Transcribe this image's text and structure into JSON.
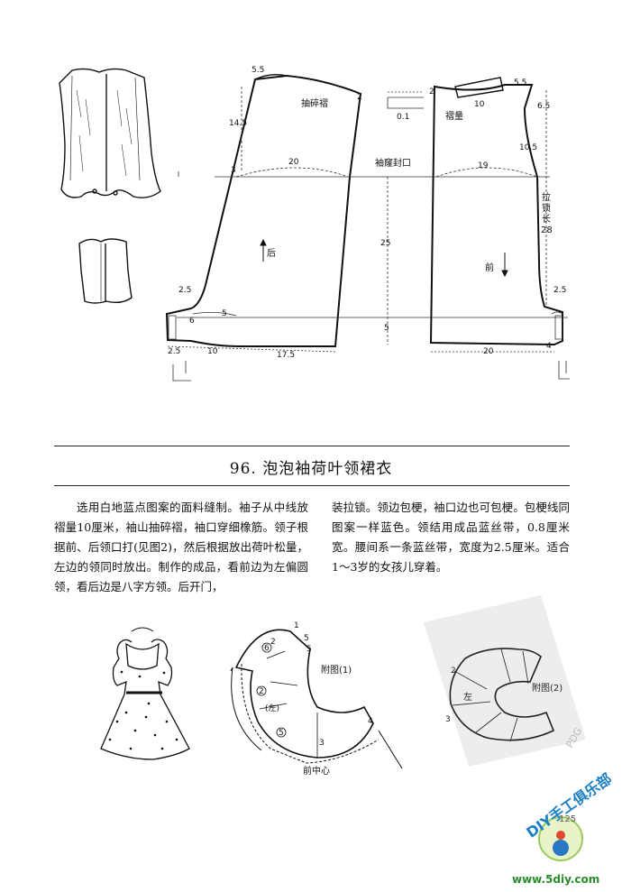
{
  "section": {
    "number_title": "96. 泡泡袖荷叶领裙衣"
  },
  "body_text": {
    "left": "选用白地蓝点图案的面料缝制。袖子从中线放褶量10厘米，袖山抽碎褶，袖口穿细橡筋。领子根据前、后领口打(见图2)，然后根据放出荷叶松量，左边的领同时放出。制作的成品，看前边为左偏圆领，看后边是八字方领。后开门，",
    "right": "装拉锁。领边包梗，袖口边也可包梗。包梗线同图案一样蓝色。领结用成品蓝丝带，0.8厘米宽。腰间系一条蓝丝带，宽度为2.5厘米。适合1～3岁的女孩儿穿着。"
  },
  "pattern_labels": {
    "shirring": "抽碎褶",
    "armhole_seal": "袖窿封口",
    "pleat": "褶量",
    "back": "后",
    "front": "前",
    "zipper_length": [
      "拉",
      "锁",
      "长",
      "28"
    ],
    "appendix1": "附图(1)",
    "appendix2": "附图(2)",
    "front_center": "前中心",
    "left1": "(左)",
    "left2": "左"
  },
  "dimensions": {
    "d5_5a": "5.5",
    "d2a": "2",
    "d14_5": "14.5",
    "d3": "3",
    "d20a": "20",
    "d25": "25",
    "d5": "5",
    "d2_5a": "2.5",
    "d6": "6",
    "d5b": "5",
    "d2_5b": "2.5",
    "d10a": "10",
    "d17_5": "17.5",
    "d0_1": "0.1",
    "d2b": "2",
    "d10b": "10",
    "d5_5b": "5.5",
    "d6_5": "6.5",
    "d10_5": "10.5",
    "d19": "19",
    "d2_5c": "2.5",
    "d20b": "20",
    "d4": "4",
    "c2a": "2",
    "c6": "6",
    "c5a": "5",
    "c5b": "5",
    "c1": "1",
    "c2b": "2",
    "c3": "3",
    "c4": "4",
    "c5": "5",
    "c2c": "2",
    "c3b": "3"
  },
  "footer": {
    "site": "www.5diy.com",
    "club": "DIY手工俱乐部",
    "page": "125",
    "watermark": "PDG"
  }
}
